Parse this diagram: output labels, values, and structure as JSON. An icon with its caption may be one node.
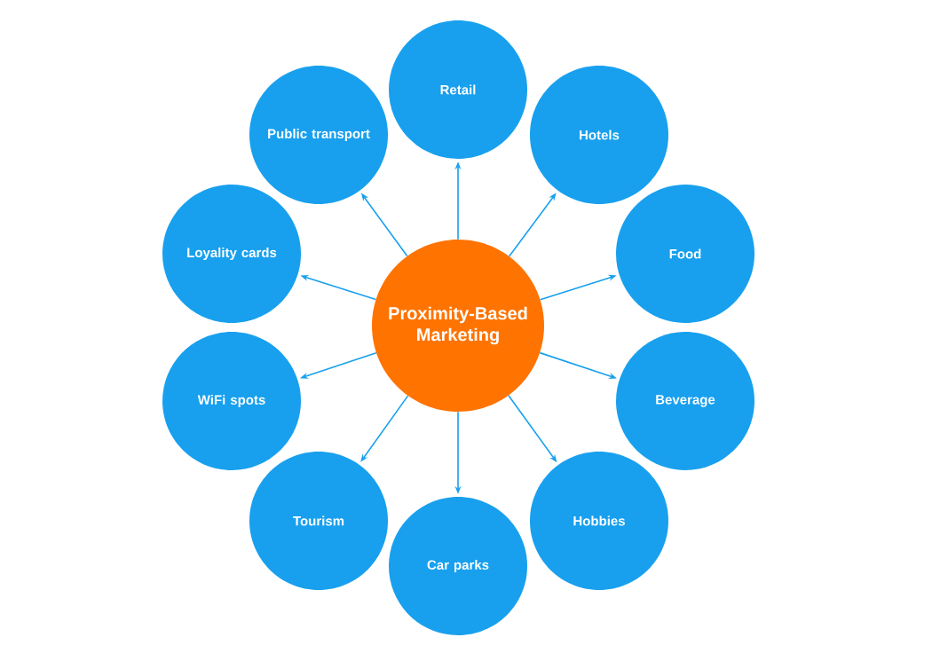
{
  "diagram": {
    "nodes": [
      {
        "text": [
          "Proximity-Based Marketing"
        ]
      },
      {
        "text": [
          "Retail"
        ]
      },
      {
        "text": [
          "Hotels"
        ]
      },
      {
        "text": [
          "Food"
        ]
      },
      {
        "text": [
          "Beverage"
        ]
      },
      {
        "text": [
          "Hobbies"
        ]
      },
      {
        "text": [
          "Car parks"
        ]
      },
      {
        "text": [
          "Tourism"
        ]
      },
      {
        "text": [
          "WiFi spots"
        ]
      },
      {
        "text": [
          "Loyality cards"
        ]
      },
      {
        "text": [
          "Public transport"
        ]
      }
    ],
    "edges": [
      {
        "from": 0,
        "to": 1,
        "arrow": "to"
      },
      {
        "from": 0,
        "to": 2,
        "arrow": "to"
      },
      {
        "from": 0,
        "to": 3,
        "arrow": "to"
      },
      {
        "from": 0,
        "to": 4,
        "arrow": "to"
      },
      {
        "from": 0,
        "to": 5,
        "arrow": "to"
      },
      {
        "from": 0,
        "to": 6,
        "arrow": "to"
      },
      {
        "from": 0,
        "to": 7,
        "arrow": "to"
      },
      {
        "from": 0,
        "to": 8,
        "arrow": "to"
      },
      {
        "from": 0,
        "to": 9,
        "arrow": "to"
      },
      {
        "from": 0,
        "to": 10,
        "arrow": "to"
      }
    ]
  }
}
